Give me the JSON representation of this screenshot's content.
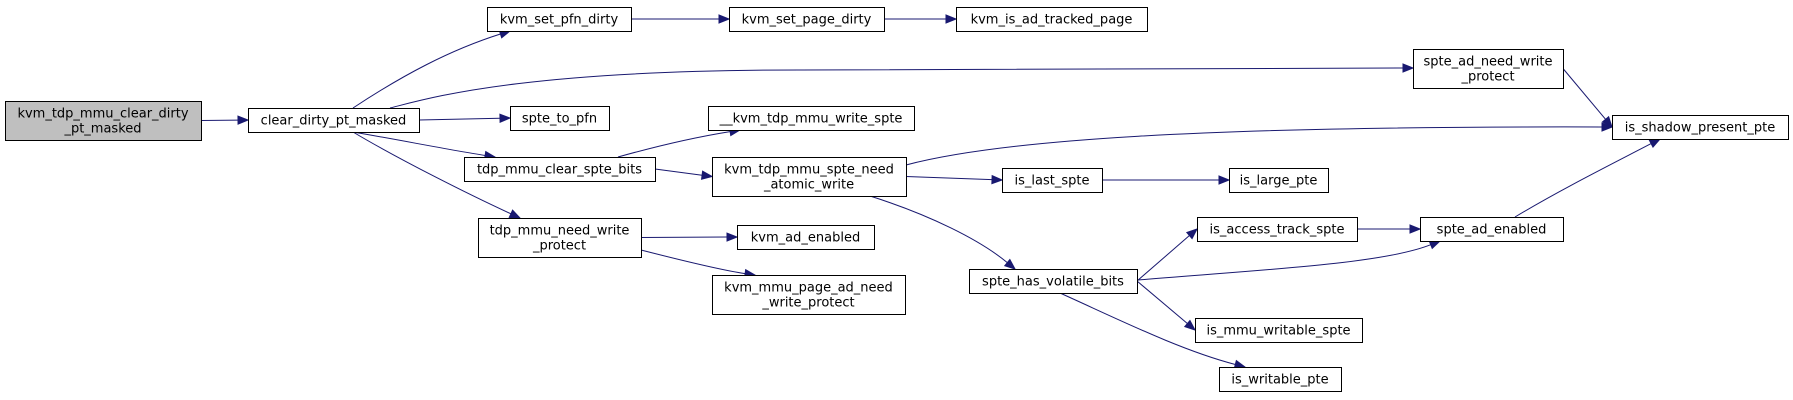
{
  "diagram": {
    "colors": {
      "edge": "#191970",
      "root_fill": "#bfbfbf",
      "node_fill": "#ffffff",
      "node_stroke": "#000000"
    },
    "nodes": [
      {
        "id": "root",
        "lines": [
          "kvm_tdp_mmu_clear_dirty",
          "_pt_masked"
        ],
        "root": true
      },
      {
        "id": "clear_dirty",
        "lines": [
          "clear_dirty_pt_masked"
        ]
      },
      {
        "id": "set_pfn_dirty",
        "lines": [
          "kvm_set_pfn_dirty"
        ]
      },
      {
        "id": "set_page_dirty",
        "lines": [
          "kvm_set_page_dirty"
        ]
      },
      {
        "id": "is_ad_tracked",
        "lines": [
          "kvm_is_ad_tracked_page"
        ]
      },
      {
        "id": "spte_ad_need_wp",
        "lines": [
          "spte_ad_need_write",
          "_protect"
        ]
      },
      {
        "id": "is_shadow_present",
        "lines": [
          "is_shadow_present_pte"
        ]
      },
      {
        "id": "spte_to_pfn",
        "lines": [
          "spte_to_pfn"
        ]
      },
      {
        "id": "write_spte",
        "lines": [
          "__kvm_tdp_mmu_write_spte"
        ]
      },
      {
        "id": "clear_spte_bits",
        "lines": [
          "tdp_mmu_clear_spte_bits"
        ]
      },
      {
        "id": "need_atomic",
        "lines": [
          "kvm_tdp_mmu_spte_need",
          "_atomic_write"
        ]
      },
      {
        "id": "is_last_spte",
        "lines": [
          "is_last_spte"
        ]
      },
      {
        "id": "is_large_pte",
        "lines": [
          "is_large_pte"
        ]
      },
      {
        "id": "need_write_protect",
        "lines": [
          "tdp_mmu_need_write",
          "_protect"
        ]
      },
      {
        "id": "kvm_ad_enabled",
        "lines": [
          "kvm_ad_enabled"
        ]
      },
      {
        "id": "mmu_page_ad",
        "lines": [
          "kvm_mmu_page_ad_need",
          "_write_protect"
        ]
      },
      {
        "id": "is_access_track",
        "lines": [
          "is_access_track_spte"
        ]
      },
      {
        "id": "spte_ad_enabled",
        "lines": [
          "spte_ad_enabled"
        ]
      },
      {
        "id": "volatile_bits",
        "lines": [
          "spte_has_volatile_bits"
        ]
      },
      {
        "id": "mmu_writable",
        "lines": [
          "is_mmu_writable_spte"
        ]
      },
      {
        "id": "is_writable_pte",
        "lines": [
          "is_writable_pte"
        ]
      }
    ],
    "edges": [
      {
        "from": "root",
        "to": "clear_dirty"
      },
      {
        "from": "clear_dirty",
        "to": "set_pfn_dirty"
      },
      {
        "from": "clear_dirty",
        "to": "spte_ad_need_wp"
      },
      {
        "from": "clear_dirty",
        "to": "spte_to_pfn"
      },
      {
        "from": "clear_dirty",
        "to": "clear_spte_bits"
      },
      {
        "from": "clear_dirty",
        "to": "need_write_protect"
      },
      {
        "from": "set_pfn_dirty",
        "to": "set_page_dirty"
      },
      {
        "from": "set_page_dirty",
        "to": "is_ad_tracked"
      },
      {
        "from": "spte_ad_need_wp",
        "to": "is_shadow_present"
      },
      {
        "from": "clear_spte_bits",
        "to": "write_spte"
      },
      {
        "from": "clear_spte_bits",
        "to": "need_atomic"
      },
      {
        "from": "need_atomic",
        "to": "is_shadow_present"
      },
      {
        "from": "need_atomic",
        "to": "is_last_spte"
      },
      {
        "from": "need_atomic",
        "to": "volatile_bits"
      },
      {
        "from": "is_last_spte",
        "to": "is_large_pte"
      },
      {
        "from": "need_write_protect",
        "to": "kvm_ad_enabled"
      },
      {
        "from": "need_write_protect",
        "to": "mmu_page_ad"
      },
      {
        "from": "volatile_bits",
        "to": "is_access_track"
      },
      {
        "from": "volatile_bits",
        "to": "spte_ad_enabled"
      },
      {
        "from": "volatile_bits",
        "to": "mmu_writable"
      },
      {
        "from": "volatile_bits",
        "to": "is_writable_pte"
      },
      {
        "from": "is_access_track",
        "to": "spte_ad_enabled"
      },
      {
        "from": "spte_ad_enabled",
        "to": "is_shadow_present"
      }
    ]
  }
}
